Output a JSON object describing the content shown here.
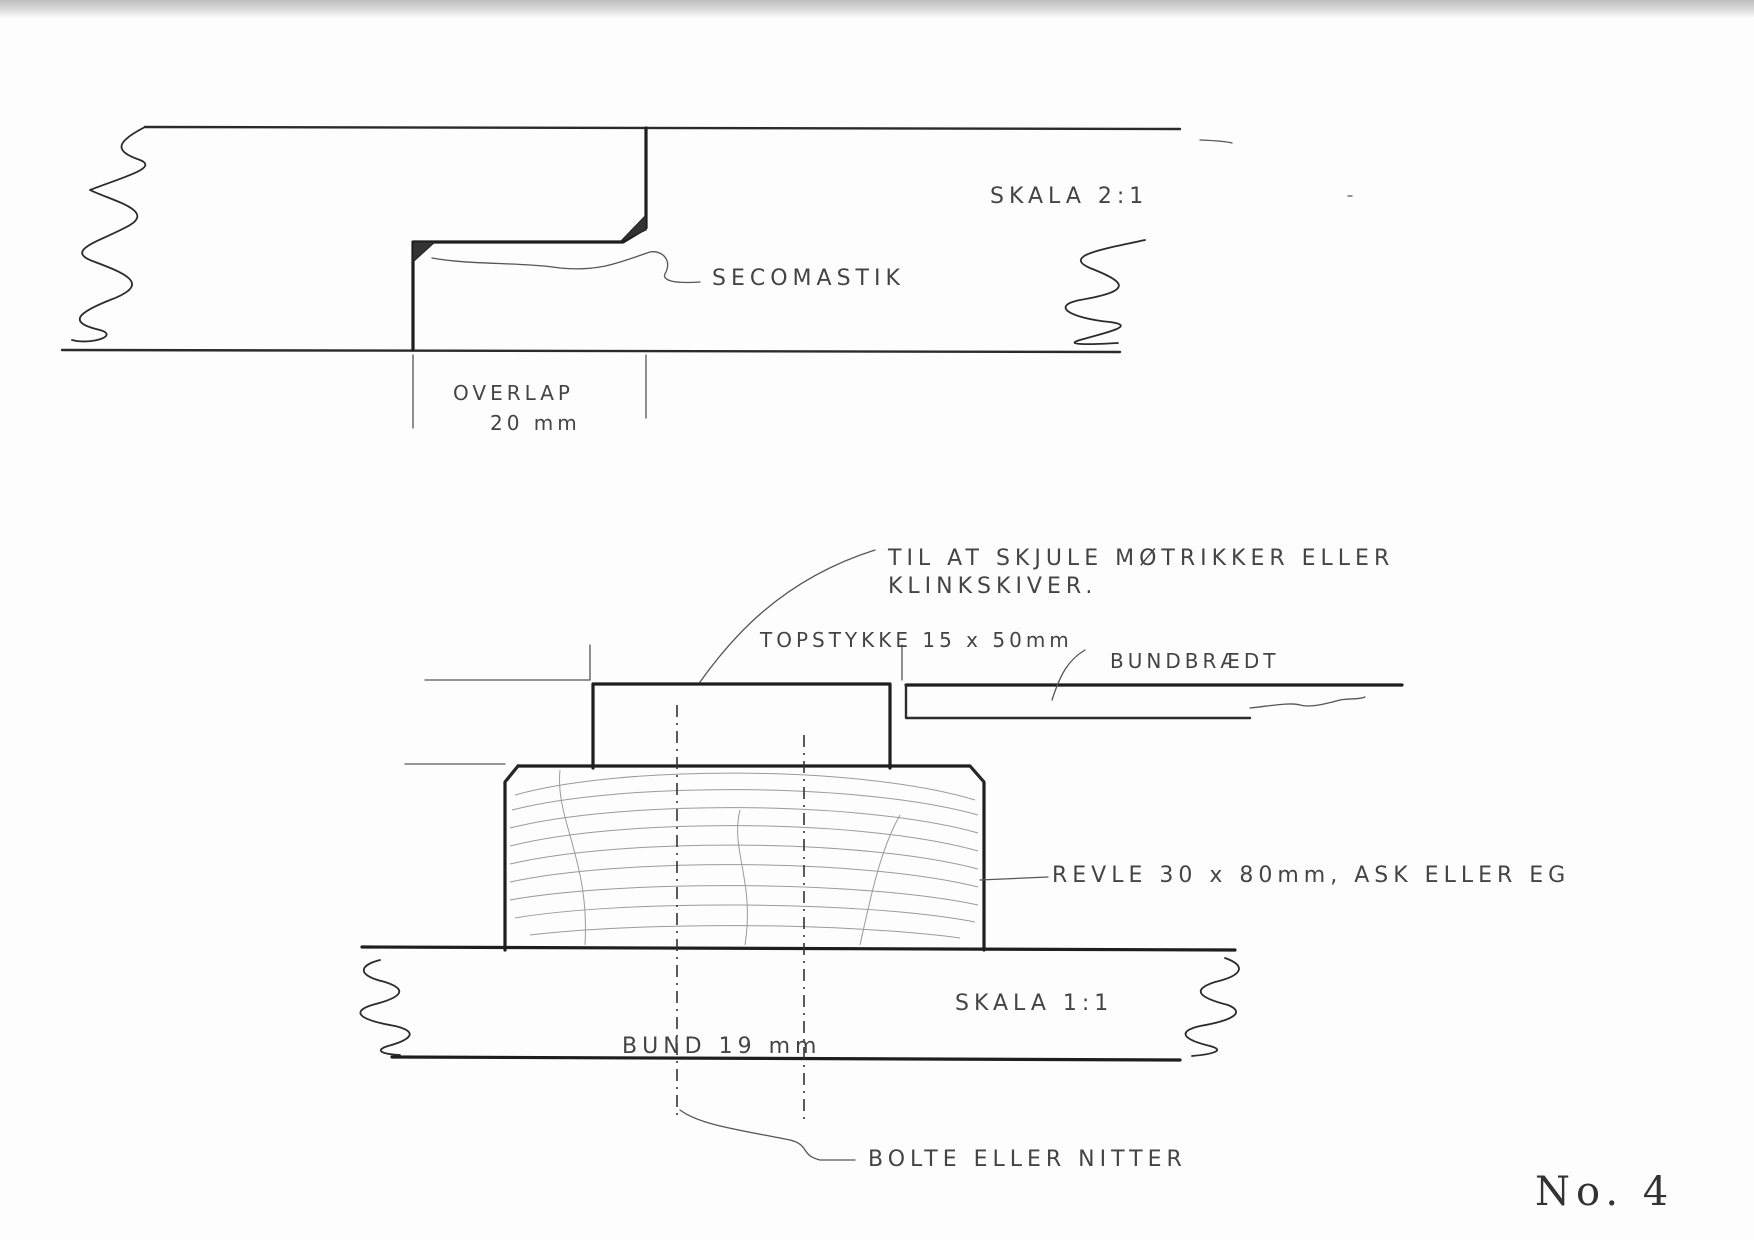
{
  "drawing1": {
    "scale_label": "SKALA 2:1",
    "sealant_label": "SECOMASTIK",
    "overlap_label_line1": "OVERLAP",
    "overlap_label_line2": "20 mm"
  },
  "drawing2": {
    "note_line1": "TIL AT SKJULE MØTRIKKER ELLER",
    "note_line2": "KLINKSKIVER.",
    "top_piece_label": "TOPSTYKKE 15 x 50mm",
    "bottom_board_label": "BUNDBRÆDT",
    "cleat_label": "REVLE 30 x 80mm, ASK ELLER EG",
    "scale_label": "SKALA 1:1",
    "bottom_label": "BUND 19 mm",
    "bolts_label": "BOLTE ELLER NITTER"
  },
  "sheet_number": "No. 4"
}
